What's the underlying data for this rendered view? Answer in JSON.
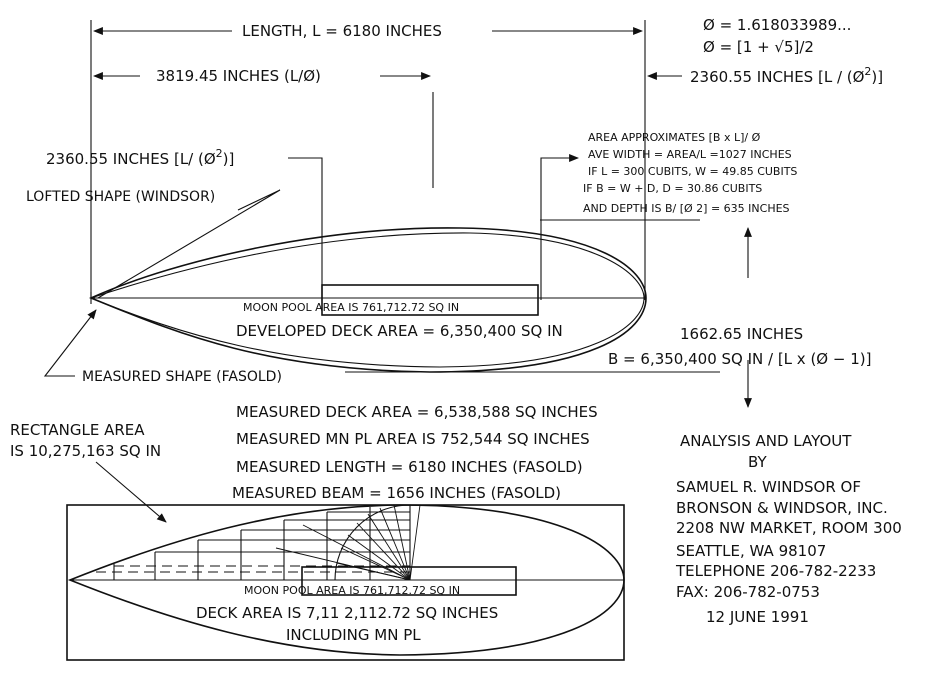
{
  "dimensions": {
    "length": "LENGTH, L = 6180 INCHES",
    "left_span": "3819.45 INCHES (L/Ø)",
    "right_span": "2360.55 INCHES [L / (Ø",
    "right_span_exp": "2",
    "right_span_close": ")]",
    "left_moon": "2360.55 INCHES [L/ (Ø",
    "left_moon_exp": "2",
    "left_moon_close": ")]"
  },
  "phi": {
    "line1": "Ø = 1.618033989...",
    "line2": "Ø = [1 + √5]/2"
  },
  "area_notes": [
    "AREA APPROXIMATES [B x L]/ Ø",
    "AVE WIDTH = AREA/L =1027 INCHES",
    "IF L = 300 CUBITS, W = 49.85 CUBITS",
    "IF B = W + D, D = 30.86 CUBITS",
    "AND DEPTH IS B/ [Ø 2] = 635 INCHES"
  ],
  "labels": {
    "lofted": "LOFTED SHAPE (WINDSOR)",
    "measured_shape": "MEASURED SHAPE (FASOLD)",
    "moon_pool_top": "MOON POOL AREA IS 761,712.72 SQ IN",
    "developed_deck": "DEVELOPED DECK AREA = 6,350,400 SQ IN",
    "beam_value": "1662.65 INCHES",
    "beam_formula": "B = 6,350,400 SQ IN / [L x (Ø − 1)]",
    "rect_area_1": "RECTANGLE AREA",
    "rect_area_2": "IS 10,275,163 SQ IN",
    "moon_pool_bottom": "MOON POOL AREA IS 761,712.72 SQ IN",
    "deck_area_1": "DECK AREA IS 7,11 2,112.72 SQ INCHES",
    "deck_area_2": "INCLUDING MN PL"
  },
  "measurements": [
    "MEASURED DECK AREA = 6,538,588 SQ INCHES",
    "MEASURED MN PL AREA IS 752,544 SQ INCHES",
    "MEASURED LENGTH = 6180 INCHES (FASOLD)",
    "MEASURED BEAM = 1656 INCHES (FASOLD)"
  ],
  "credits": {
    "heading1": "ANALYSIS AND LAYOUT",
    "heading2": "BY",
    "lines": [
      "SAMUEL R. WINDSOR OF",
      "BRONSON & WINDSOR, INC.",
      "2208 NW MARKET, ROOM 300",
      "SEATTLE, WA 98107",
      "TELEPHONE 206-782-2233",
      "FAX: 206-782-0753"
    ],
    "date": "12 JUNE 1991"
  }
}
